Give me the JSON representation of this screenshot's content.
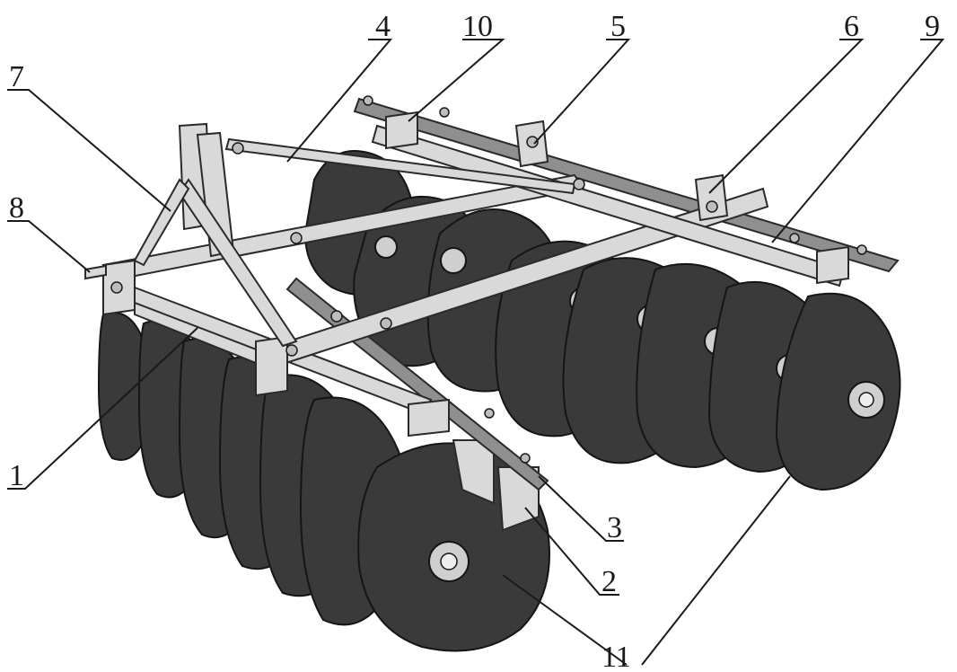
{
  "callouts": {
    "c1": "1",
    "c2": "2",
    "c3": "3",
    "c4": "4",
    "c5": "5",
    "c6": "6",
    "c7": "7",
    "c8": "8",
    "c9": "9",
    "c10": "10",
    "c11": "11"
  },
  "colors": {
    "frame": "#d9d9d9",
    "disc": "#3a3a3a",
    "line": "#1a1a1a"
  },
  "icons": {
    "drawing": "disc-harrow-drawing"
  }
}
